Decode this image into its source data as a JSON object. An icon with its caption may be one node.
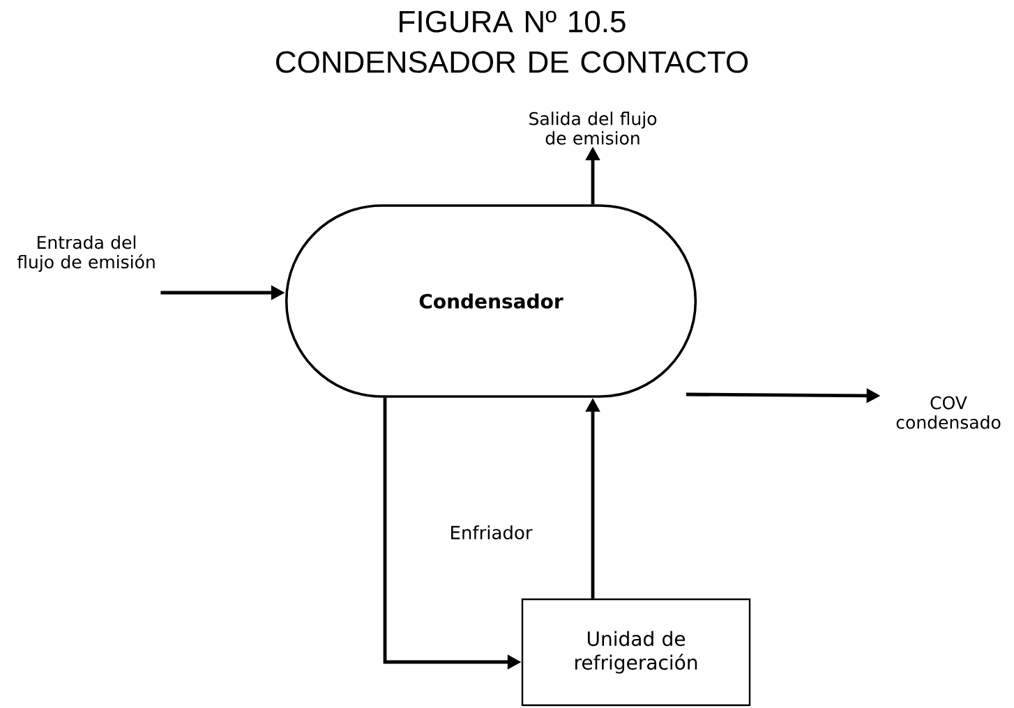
{
  "diagram": {
    "title": "FIGURA Nº 10.5 CONDENSADOR DE CONTACTO",
    "nodes": [
      {
        "text": [
          "Condensador"
        ]
      },
      {
        "text": [
          "Unidad de refrigeración"
        ]
      },
      {
        "text": [
          "Entrada del flujo de emisión"
        ]
      },
      {
        "text": [
          "Salida del flujo de emision"
        ]
      },
      {
        "text": [
          "COV condensado"
        ]
      }
    ],
    "edges": [
      {
        "from": 2,
        "to": 0,
        "arrow": "to"
      },
      {
        "from": 0,
        "to": 3,
        "arrow": "to"
      },
      {
        "from": 0,
        "to": 4,
        "arrow": "to"
      },
      {
        "from": 0,
        "to": 1,
        "arrow": "to"
      },
      {
        "from": 1,
        "to": 0,
        "arrow": "to",
        "label": "Enfriador"
      }
    ]
  }
}
